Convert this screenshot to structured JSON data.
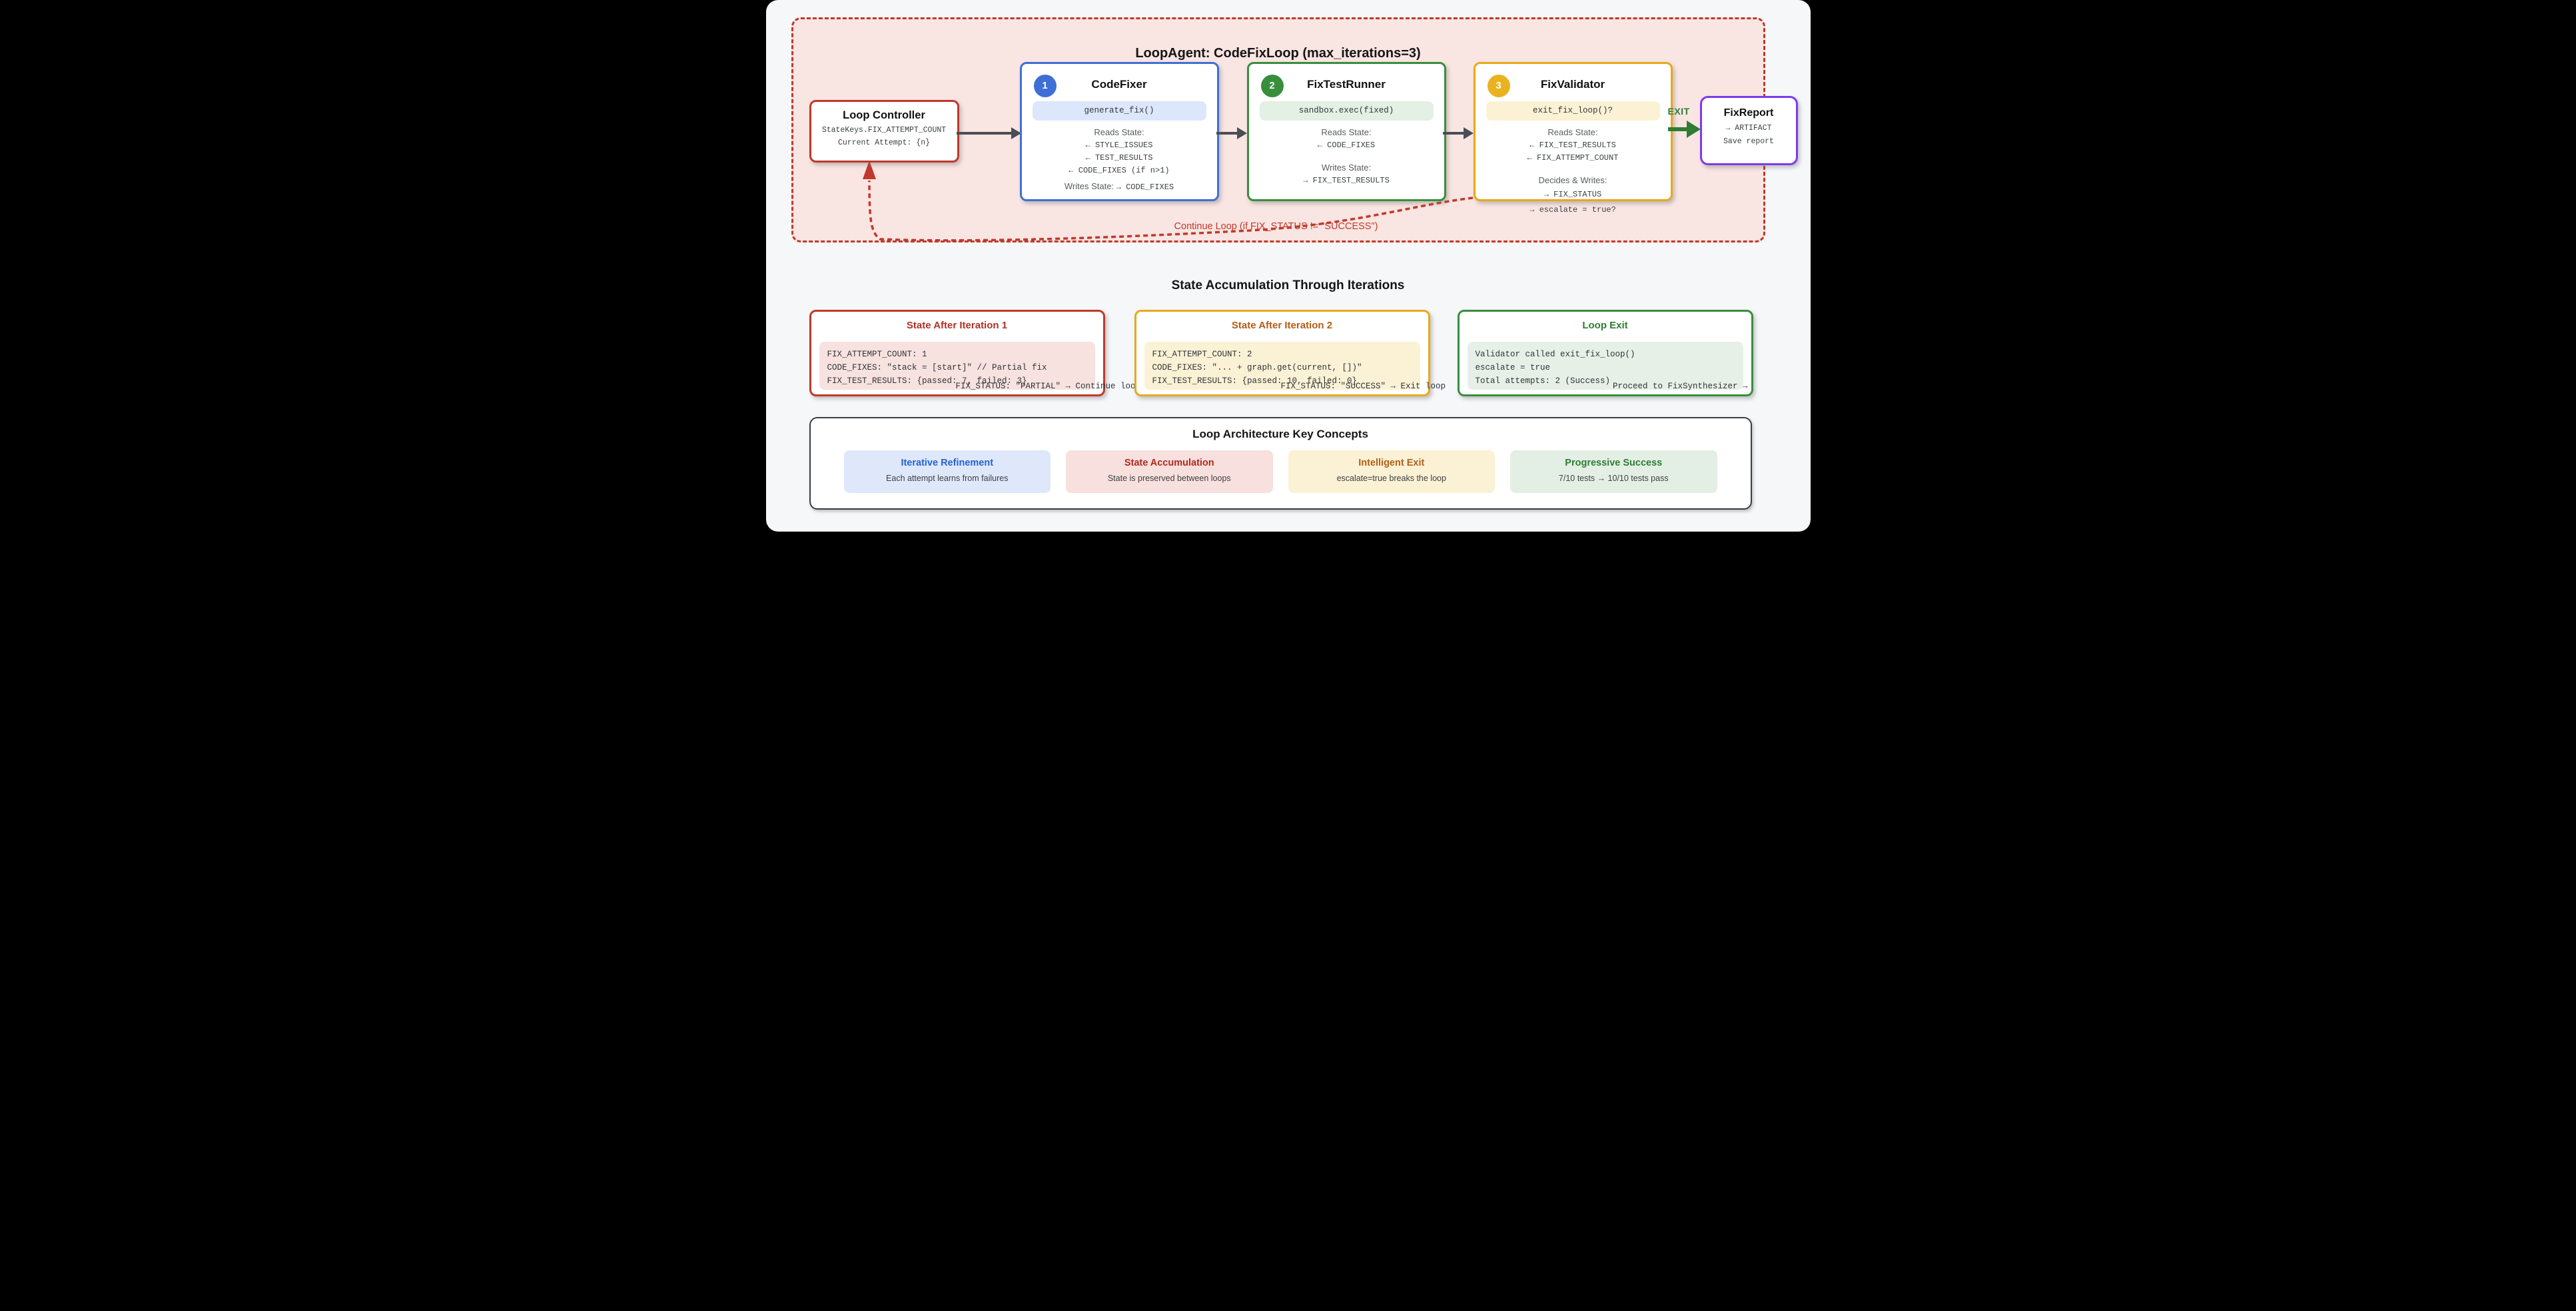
{
  "loop": {
    "title": "LoopAgent: CodeFixLoop (max_iterations=3)",
    "controller": {
      "title": "Loop Controller",
      "line1": "StateKeys.FIX_ATTEMPT_COUNT",
      "line2": "Current Attempt: {n}"
    },
    "agents": [
      {
        "num": "1",
        "title": "CodeFixer",
        "pill": "generate_fix()",
        "reads_label": "Reads State:",
        "reads": [
          "← STYLE_ISSUES",
          "← TEST_RESULTS",
          "← CODE_FIXES (if n>1)"
        ],
        "writes_label": "Writes State:",
        "writes_inline": "→ CODE_FIXES"
      },
      {
        "num": "2",
        "title": "FixTestRunner",
        "pill": "sandbox.exec(fixed)",
        "reads_label": "Reads State:",
        "reads": [
          "← CODE_FIXES"
        ],
        "writes_label": "Writes State:",
        "writes": [
          "→ FIX_TEST_RESULTS"
        ]
      },
      {
        "num": "3",
        "title": "FixValidator",
        "pill": "exit_fix_loop()?",
        "reads_label": "Reads State:",
        "reads": [
          "← FIX_TEST_RESULTS",
          "← FIX_ATTEMPT_COUNT"
        ],
        "writes_label": "Decides & Writes:",
        "writes": [
          "→ FIX_STATUS",
          "→ escalate = true?"
        ]
      }
    ],
    "exit_label": "EXIT",
    "report": {
      "title": "FixReport",
      "line1": "→ ARTIFACT",
      "line2": "Save report"
    },
    "continue_label": "Continue Loop (if FIX_STATUS != \"SUCCESS\")"
  },
  "states": {
    "heading": "State Accumulation Through Iterations",
    "boxes": [
      {
        "title": "State After Iteration 1",
        "code": "FIX_ATTEMPT_COUNT: 1\nCODE_FIXES: \"stack = [start]\" // Partial fix\nFIX_TEST_RESULTS: {passed: 7, failed: 3}",
        "footer": "FIX_STATUS: \"PARTIAL\" → Continue loop"
      },
      {
        "title": "State After Iteration 2",
        "code": "FIX_ATTEMPT_COUNT: 2\nCODE_FIXES: \"... + graph.get(current, [])\"\nFIX_TEST_RESULTS: {passed: 10, failed: 0}",
        "footer": "FIX_STATUS: \"SUCCESS\" → Exit loop"
      },
      {
        "title": "Loop Exit",
        "code": "Validator called exit_fix_loop()\nescalate = true\nTotal attempts: 2 (Success)",
        "footer": "Proceed to FixSynthesizer →"
      }
    ]
  },
  "concepts": {
    "heading": "Loop Architecture Key Concepts",
    "cards": [
      {
        "title": "Iterative Refinement",
        "desc": "Each attempt learns from failures"
      },
      {
        "title": "State Accumulation",
        "desc": "State is preserved between loops"
      },
      {
        "title": "Intelligent Exit",
        "desc": "escalate=true breaks the loop"
      },
      {
        "title": "Progressive Success",
        "desc": "7/10 tests → 10/10 tests pass"
      }
    ]
  },
  "colors": {
    "red": "#c0392b",
    "blue": "#3e6fd6",
    "green": "#388e3c",
    "amber": "#e8a91c",
    "purple": "#7c3aed",
    "exit_green": "#2e7d32",
    "arrow_gray": "#4a4e54",
    "container_bg": "#f9e5e2",
    "page_bg": "#f6f7f9"
  }
}
